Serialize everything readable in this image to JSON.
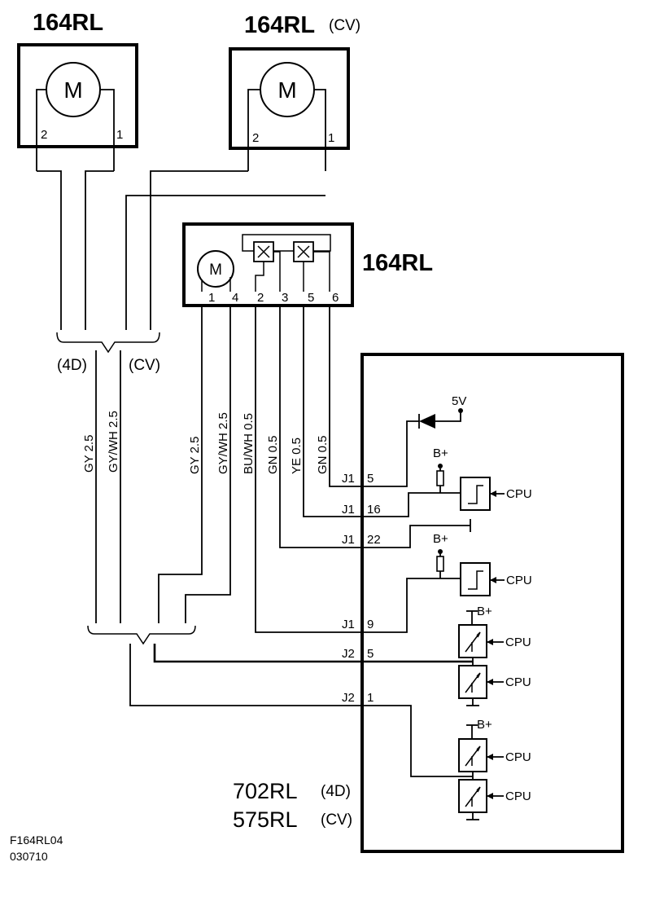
{
  "motor_4d": {
    "title": "164RL",
    "symbol": "M",
    "pins": [
      "2",
      "1"
    ]
  },
  "motor_cv": {
    "title": "164RL",
    "suffix": "(CV)",
    "symbol": "M",
    "pins": [
      "2",
      "1"
    ]
  },
  "lock_unit": {
    "title": "164RL",
    "symbol": "M",
    "pins": [
      "1",
      "4",
      "2",
      "3",
      "5",
      "6"
    ]
  },
  "split_upper": {
    "left": "(4D)",
    "right": "(CV)"
  },
  "wires_main": [
    "GY  2.5",
    "GY/WH  2.5"
  ],
  "wires_unit": [
    "GY  2.5",
    "GY/WH  2.5",
    "BU/WH 0.5",
    "GN  0.5",
    "YE  0.5",
    "GN  0.5"
  ],
  "module": {
    "supply": "5V",
    "bplus": "B+",
    "cpu": "CPU",
    "connectors": [
      {
        "conn": "J1",
        "pin": "5"
      },
      {
        "conn": "J1",
        "pin": "16"
      },
      {
        "conn": "J1",
        "pin": "22"
      },
      {
        "conn": "J1",
        "pin": "9"
      },
      {
        "conn": "J2",
        "pin": "5"
      },
      {
        "conn": "J2",
        "pin": "1"
      }
    ],
    "title_4d": "702RL",
    "tag_4d": "(4D)",
    "title_cv": "575RL",
    "tag_cv": "(CV)"
  },
  "figure_code": "F164RL04",
  "figure_date": "030710"
}
